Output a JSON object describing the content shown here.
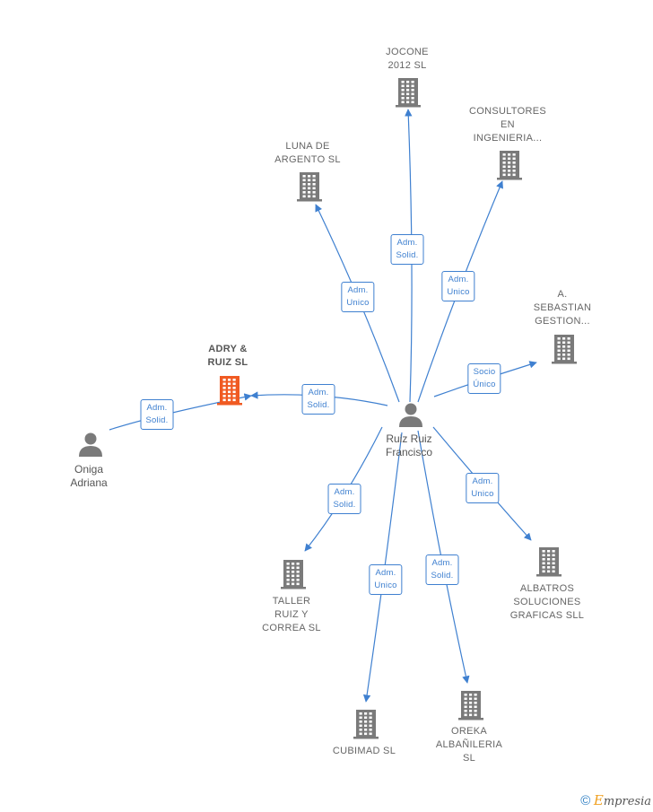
{
  "center": {
    "label_lines": [
      "Ruiz Ruiz",
      "Francisco"
    ],
    "icon": "person-icon"
  },
  "companies": [
    {
      "id": "jocone",
      "lines": [
        "JOCONE",
        "2012 SL"
      ],
      "highlight": false,
      "icon": "building-icon"
    },
    {
      "id": "consultores",
      "lines": [
        "CONSULTORES",
        "EN",
        "INGENIERIA..."
      ],
      "highlight": false,
      "icon": "building-icon"
    },
    {
      "id": "luna",
      "lines": [
        "LUNA DE",
        "ARGENTO SL"
      ],
      "highlight": false,
      "icon": "building-icon"
    },
    {
      "id": "sebastian",
      "lines": [
        "A.",
        "SEBASTIAN",
        "GESTION..."
      ],
      "highlight": false,
      "icon": "building-icon"
    },
    {
      "id": "adry",
      "lines": [
        "ADRY &",
        "RUIZ  SL"
      ],
      "highlight": true,
      "icon": "building-icon"
    },
    {
      "id": "taller",
      "lines": [
        "TALLER",
        "RUIZ Y",
        "CORREA  SL"
      ],
      "highlight": false,
      "icon": "building-icon"
    },
    {
      "id": "albatros",
      "lines": [
        "ALBATROS",
        "SOLUCIONES",
        "GRAFICAS SLL"
      ],
      "highlight": false,
      "icon": "building-icon"
    },
    {
      "id": "cubimad",
      "lines": [
        "CUBIMAD  SL"
      ],
      "highlight": false,
      "icon": "building-icon"
    },
    {
      "id": "oreka",
      "lines": [
        "OREKA",
        "ALBAÑILERIA",
        "SL"
      ],
      "highlight": false,
      "icon": "building-icon"
    }
  ],
  "people": [
    {
      "id": "oniga",
      "lines": [
        "Oniga",
        "Adriana"
      ],
      "icon": "person-icon"
    }
  ],
  "edges": [
    {
      "from": "center",
      "to": "jocone",
      "role": [
        "Adm.",
        "Solid."
      ]
    },
    {
      "from": "center",
      "to": "consultores",
      "role": [
        "Adm.",
        "Unico"
      ]
    },
    {
      "from": "center",
      "to": "luna",
      "role": [
        "Adm.",
        "Unico"
      ]
    },
    {
      "from": "center",
      "to": "sebastian",
      "role": [
        "Socio",
        "Único"
      ]
    },
    {
      "from": "center",
      "to": "adry",
      "role": [
        "Adm.",
        "Solid."
      ]
    },
    {
      "from": "center",
      "to": "taller",
      "role": [
        "Adm.",
        "Solid."
      ]
    },
    {
      "from": "center",
      "to": "albatros",
      "role": [
        "Adm.",
        "Unico"
      ]
    },
    {
      "from": "center",
      "to": "cubimad",
      "role": [
        "Adm.",
        "Unico"
      ]
    },
    {
      "from": "center",
      "to": "oreka",
      "role": [
        "Adm.",
        "Solid."
      ]
    },
    {
      "from": "oniga",
      "to": "adry",
      "role": [
        "Adm.",
        "Solid."
      ]
    }
  ],
  "colors": {
    "edge": "#3f80d0",
    "node": "#7a7a7a",
    "highlight": "#f05a22"
  },
  "watermark": {
    "copyright": "©",
    "brand_initial": "E",
    "brand_rest": "mpresia"
  }
}
